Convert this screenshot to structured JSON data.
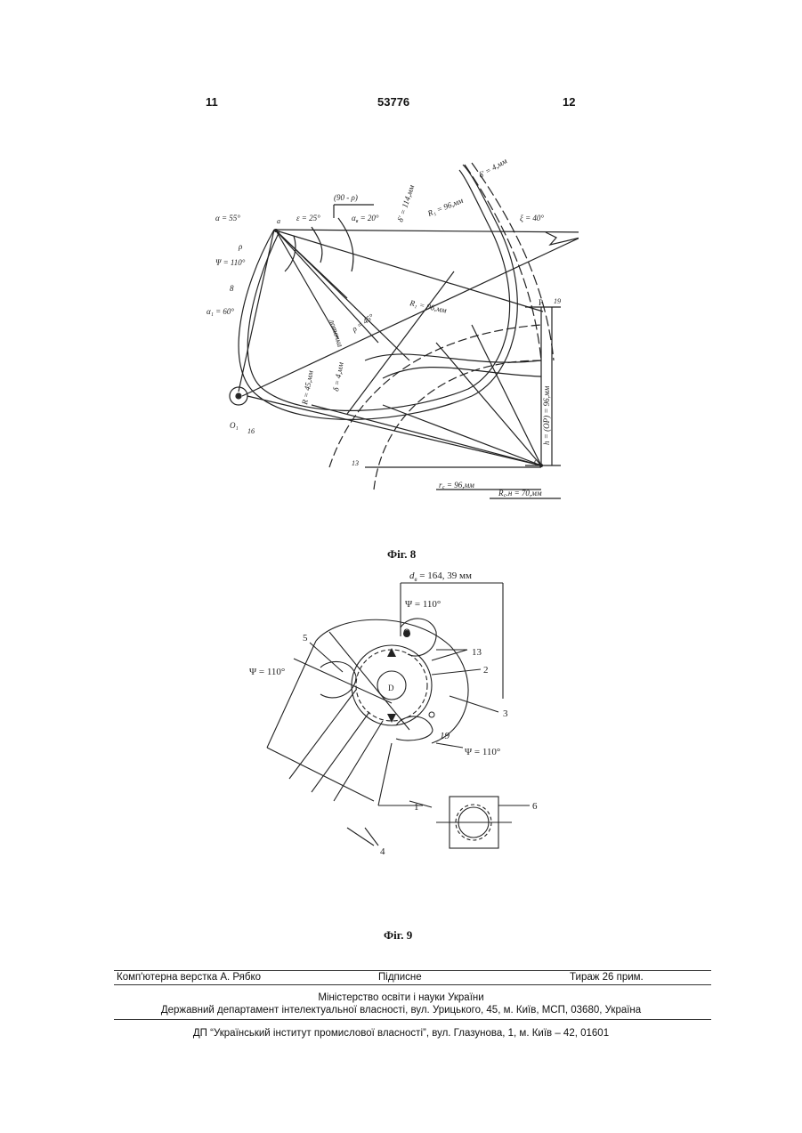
{
  "header": {
    "page_left": "11",
    "patent_number": "53776",
    "page_right": "12"
  },
  "figure8": {
    "caption": "Фіг. 8",
    "labels": {
      "alpha": "α = 55°",
      "a": "a",
      "epsilon": "ε = 25°",
      "ninety_rho": "(90 - ρ)",
      "alpha_b": "α",
      "alpha_b_sub": "в",
      "alpha_b_val": " = 20°",
      "delta_prime_114": "δ' = 114,мм",
      "R1_top": "R₁ = 96,мм",
      "delta_prime_4": "δ' = 4,мм",
      "xi": "ξ = 40°",
      "rho": "ρ",
      "psi": "Ψ = 110°",
      "n8": "8",
      "alpha1": "α₁ = 60°",
      "lotochka": "лоточка",
      "rho45": "ρ = 45°",
      "R1_mid": "R₁ = 96,мм",
      "R45": "R = 45,мм",
      "delta4": "δ = 4,мм",
      "P": "P",
      "n19": "19",
      "h_op": "h = (OP) = 96,мм",
      "O": "O",
      "O1": "O₁",
      "n16": "16",
      "n13": "13",
      "rc": "r꜀ = 96,мм",
      "Rcn": "R꜀.н = 70,мм",
      "one": "1"
    }
  },
  "figure9": {
    "caption": "Фіг. 9",
    "labels": {
      "d_label": "d",
      "d_sub": "в",
      "d_value": " = 164, 39 мм",
      "psi_top": "Ψ = 110°",
      "psi_left": "Ψ = 110°",
      "psi_bottom": "Ψ = 110°",
      "n5": "5",
      "n13": "13",
      "n2": "2",
      "n3": "3",
      "n19": "19",
      "n1": "1",
      "n4": "4",
      "n6": "6",
      "D": "D"
    }
  },
  "footer": {
    "layout": "Комп'ютерна верстка А. Рябко",
    "signed": "Підписне",
    "circulation": "Тираж 26 прим.",
    "ministry": "Міністерство освіти і науки України",
    "department": "Державний департамент інтелектуальної власності, вул. Урицького, 45, м. Київ, МСП, 03680, Україна",
    "institute": "ДП “Український інститут промислової власності”, вул. Глазунова, 1, м. Київ – 42, 01601"
  }
}
